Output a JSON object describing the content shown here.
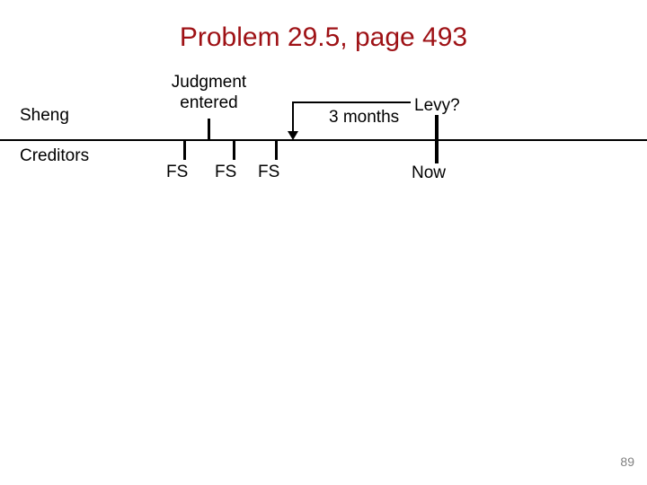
{
  "slide": {
    "title": "Problem 29.5, page 493",
    "title_color": "#9E1115",
    "background_color": "#ffffff",
    "page_number": "89",
    "page_number_color": "#808080"
  },
  "timeline": {
    "axis_color": "#000000",
    "parties": {
      "above_label": "Sheng",
      "below_label": "Creditors"
    },
    "events_above": [
      {
        "id": "judgment",
        "label_line1": "Judgment",
        "label_line2": "entered"
      }
    ],
    "events_below": [
      {
        "id": "fs-1",
        "label": "FS"
      },
      {
        "id": "fs-2",
        "label": "FS"
      },
      {
        "id": "fs-3",
        "label": "FS"
      }
    ],
    "span": {
      "duration_label": "3 months",
      "end_question_label": "Levy?"
    },
    "present_marker": {
      "label": "Now"
    }
  }
}
